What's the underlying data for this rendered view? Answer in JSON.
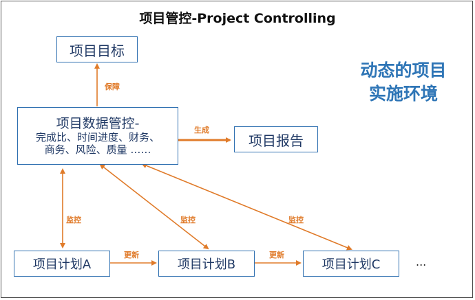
{
  "title": "项目管控-Project Controlling",
  "environment": {
    "line1": "动态的项目",
    "line2": "实施环境"
  },
  "nodes": {
    "goal": "项目目标",
    "data_mgmt_title": "项目数据管控-",
    "data_mgmt_line2": "完成比、时间进度、财务、",
    "data_mgmt_line3": "商务、风险、质量 ……",
    "report": "项目报告",
    "plan_a": "项目计划A",
    "plan_b": "项目计划B",
    "plan_c": "项目计划C",
    "ellipsis": "..."
  },
  "labels": {
    "guarantee": "保障",
    "generate": "生成",
    "monitor": "监控",
    "update": "更新"
  },
  "colors": {
    "box_border": "#2e6fb0",
    "box_text": "#1f3864",
    "arrow": "#e07b2a",
    "environment_text": "#2e75b6"
  }
}
